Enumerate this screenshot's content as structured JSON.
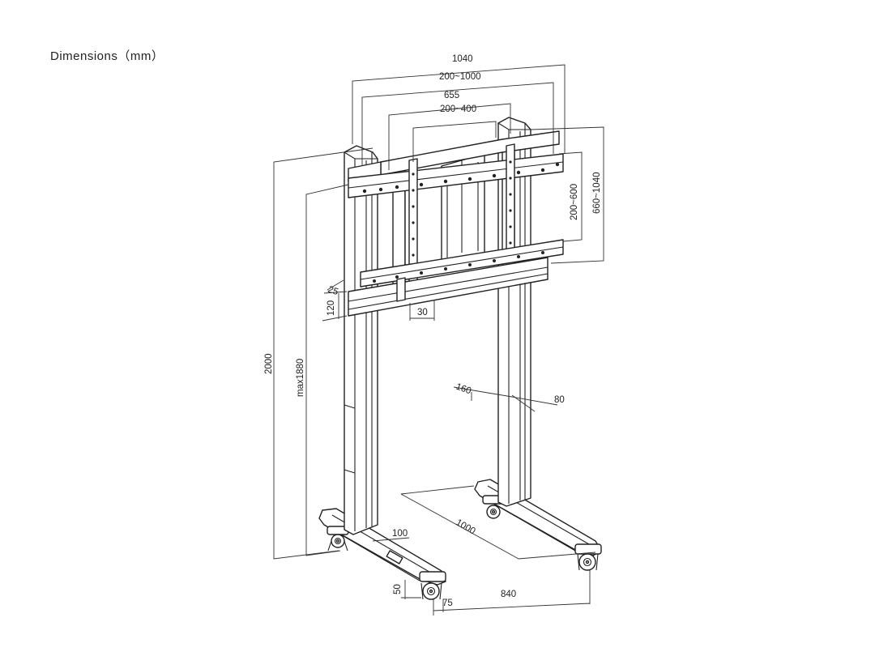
{
  "title": "Dimensions（mm）",
  "dimensions": {
    "width_outer": "1040",
    "width_adjust": "200~1000",
    "vesa_outer": "655",
    "vesa_adjust": "200~400",
    "vertical_adjust": "200~600",
    "vertical_outer": "660~1040",
    "total_height": "2000",
    "max_height": "max1880",
    "tilt_25": "25",
    "bracket_120": "120",
    "bracket_30": "30",
    "column_160": "160",
    "column_80": "80",
    "base_depth": "1000",
    "base_100": "100",
    "foot_50": "50",
    "foot_75": "75",
    "base_width": "840"
  }
}
